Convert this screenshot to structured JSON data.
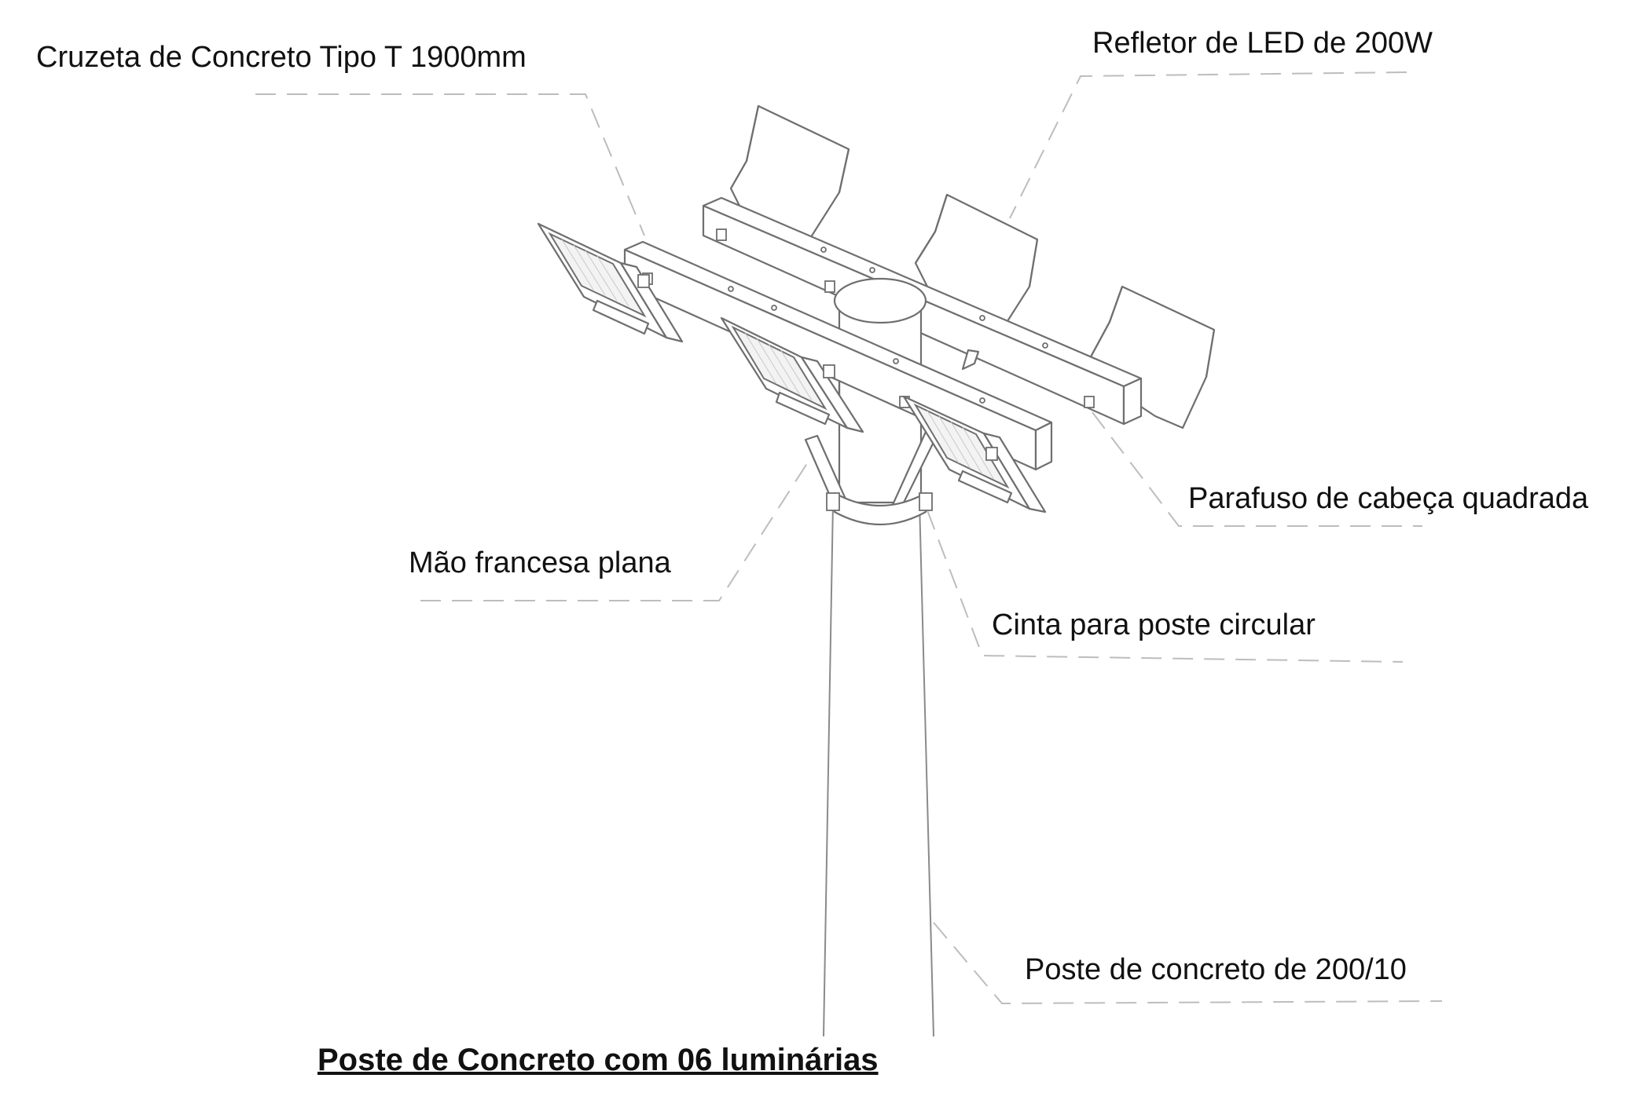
{
  "labels": {
    "crossarm": "Cruzeta de Concreto Tipo T 1900mm",
    "reflector": "Refletor de LED de 200W",
    "bolt": "Parafuso de cabeça quadrada",
    "bracket": "Mão francesa plana",
    "strap": "Cinta para poste circular",
    "pole": "Poste de concreto de 200/10"
  },
  "caption": "Poste de Concreto com 06 luminárias",
  "colors": {
    "text": "#111111",
    "line": "#6f6f6f",
    "leader": "#bdbdbd"
  }
}
